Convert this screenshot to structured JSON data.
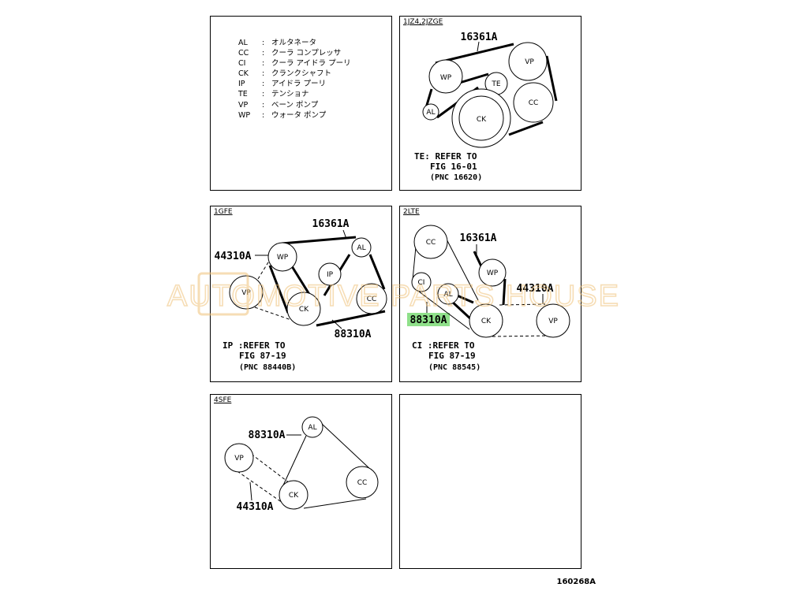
{
  "legend": [
    {
      "code": "AL",
      "sep": ":",
      "desc": "オルタネータ"
    },
    {
      "code": "CC",
      "sep": ":",
      "desc": "クーラ コンプレッサ"
    },
    {
      "code": "CI",
      "sep": ":",
      "desc": "クーラ アイドラ プーリ"
    },
    {
      "code": "CK",
      "sep": ":",
      "desc": "クランクシャフト"
    },
    {
      "code": "IP",
      "sep": ":",
      "desc": "アイドラ プーリ"
    },
    {
      "code": "TE",
      "sep": ":",
      "desc": "テンショナ"
    },
    {
      "code": "VP",
      "sep": ":",
      "desc": "ベーン ポンプ"
    },
    {
      "code": "WP",
      "sep": ":",
      "desc": "ウォータ ポンプ"
    }
  ],
  "panels": {
    "jz": {
      "tag": "1JZ4,2JZGE",
      "part": "16361A",
      "pulleys": {
        "vp": "VP",
        "wp": "WP",
        "te": "TE",
        "cc": "CC",
        "al": "AL",
        "ck": "CK"
      },
      "note": [
        "TE: REFER TO",
        "FIG 16-01",
        "(PNC 16620)"
      ]
    },
    "gfe": {
      "tag": "1GFE",
      "parts": {
        "top": "16361A",
        "left": "44310A",
        "bottom": "88310A"
      },
      "pulleys": {
        "wp": "WP",
        "al": "AL",
        "ip": "IP",
        "vp": "VP",
        "cc": "CC",
        "ck": "CK"
      },
      "note": [
        "IP :REFER TO",
        "FIG 87-19",
        "(PNC 88440B)"
      ]
    },
    "lte": {
      "tag": "2LTE",
      "parts": {
        "top": "16361A",
        "right": "44310A",
        "highlight": "88310A"
      },
      "pulleys": {
        "cc": "CC",
        "ci": "CI",
        "wp": "WP",
        "al": "AL",
        "ck": "CK",
        "vp": "VP"
      },
      "note": [
        "CI :REFER TO",
        "FIG 87-19",
        "(PNC 88545)"
      ]
    },
    "sfe": {
      "tag": "4SFE",
      "parts": {
        "top": "88310A",
        "bottom": "44310A"
      },
      "pulleys": {
        "al": "AL",
        "vp": "VP",
        "ck": "CK",
        "cc": "CC"
      }
    }
  },
  "watermark": "AUTOMOTIVE PARTS HOUSE",
  "highlight_color": "#8fe08a",
  "watermark_color": "#f0c27a",
  "figure_number": "160268A"
}
